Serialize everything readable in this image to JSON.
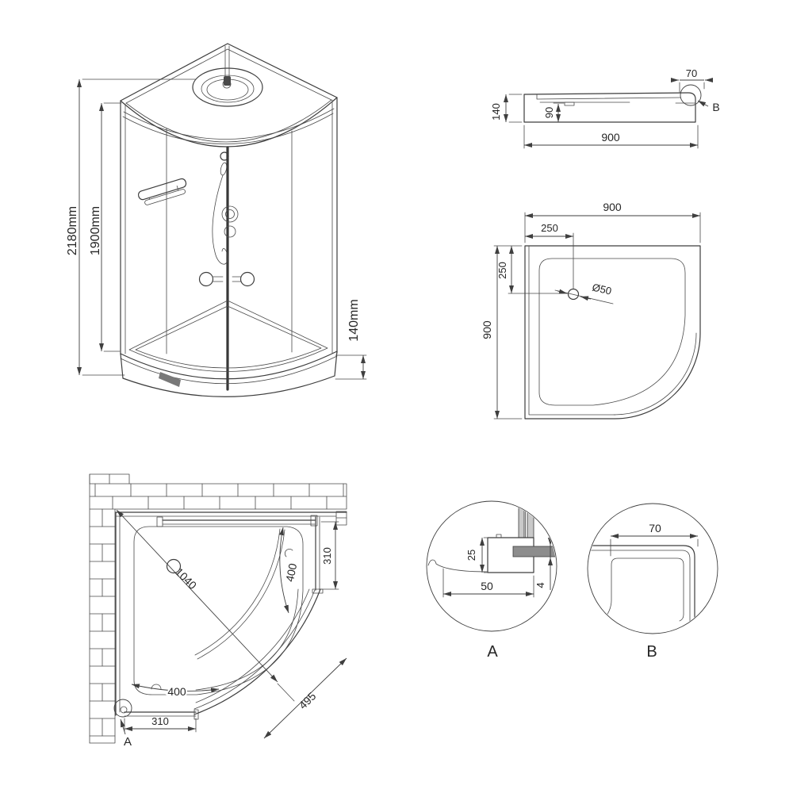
{
  "drawing": {
    "cabin": {
      "overall_height": "2180mm",
      "inner_height": "1900mm",
      "tray_height": "140mm"
    },
    "tray_side": {
      "height": "140",
      "inner_depth": "90",
      "width": "900",
      "rim_width": "70",
      "detail_ref": "B"
    },
    "tray_plan": {
      "width": "900",
      "depth": "900",
      "drain_offset_top": "250",
      "drain_offset_side": "250",
      "drain_diameter": "Ø50"
    },
    "enclosure_plan": {
      "diagonal": "1040",
      "right_door_arc": "400",
      "bottom_door_arc": "400",
      "right_panel": "310",
      "bottom_panel": "310",
      "front_radius": "495",
      "detail_ref": "A"
    },
    "detail_a": {
      "label": "A",
      "profile_height": "25",
      "profile_width": "50",
      "glass_thickness": "4"
    },
    "detail_b": {
      "label": "B",
      "rim_width": "70"
    },
    "colors": {
      "line": "#3d3d3d",
      "glass_fill": "#8d8d8d",
      "profile_fill": "#c9c9c9",
      "background": "#ffffff"
    }
  }
}
